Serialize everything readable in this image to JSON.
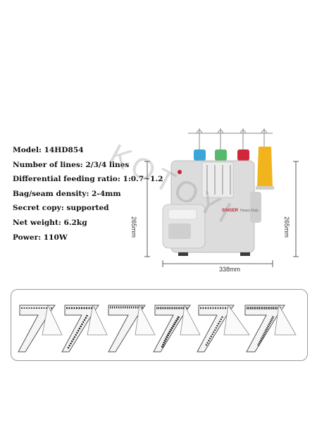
{
  "specs": [
    "Model: 14HD854",
    "Number of lines: 2/3/4 lines",
    "Differential feeding ratio: 1:0.7~1.2",
    "Bag/seam density: 2-4mm",
    "Secret copy: supported",
    "Net weight: 6.2kg",
    "Power: 110W"
  ],
  "dimensions": {
    "height_left": "265mm",
    "height_right": "265mm",
    "width": "338mm"
  },
  "machine": {
    "brand": "SINGER",
    "series": "Heavy Duty"
  },
  "watermark": "KOTOYI",
  "colors": {
    "body": "#dcdcdc",
    "spool_blue": "#3aa7d8",
    "spool_green": "#58b96a",
    "spool_red": "#d0283a",
    "spool_yellow": "#f2b41c",
    "brand_red": "#c8202f"
  }
}
